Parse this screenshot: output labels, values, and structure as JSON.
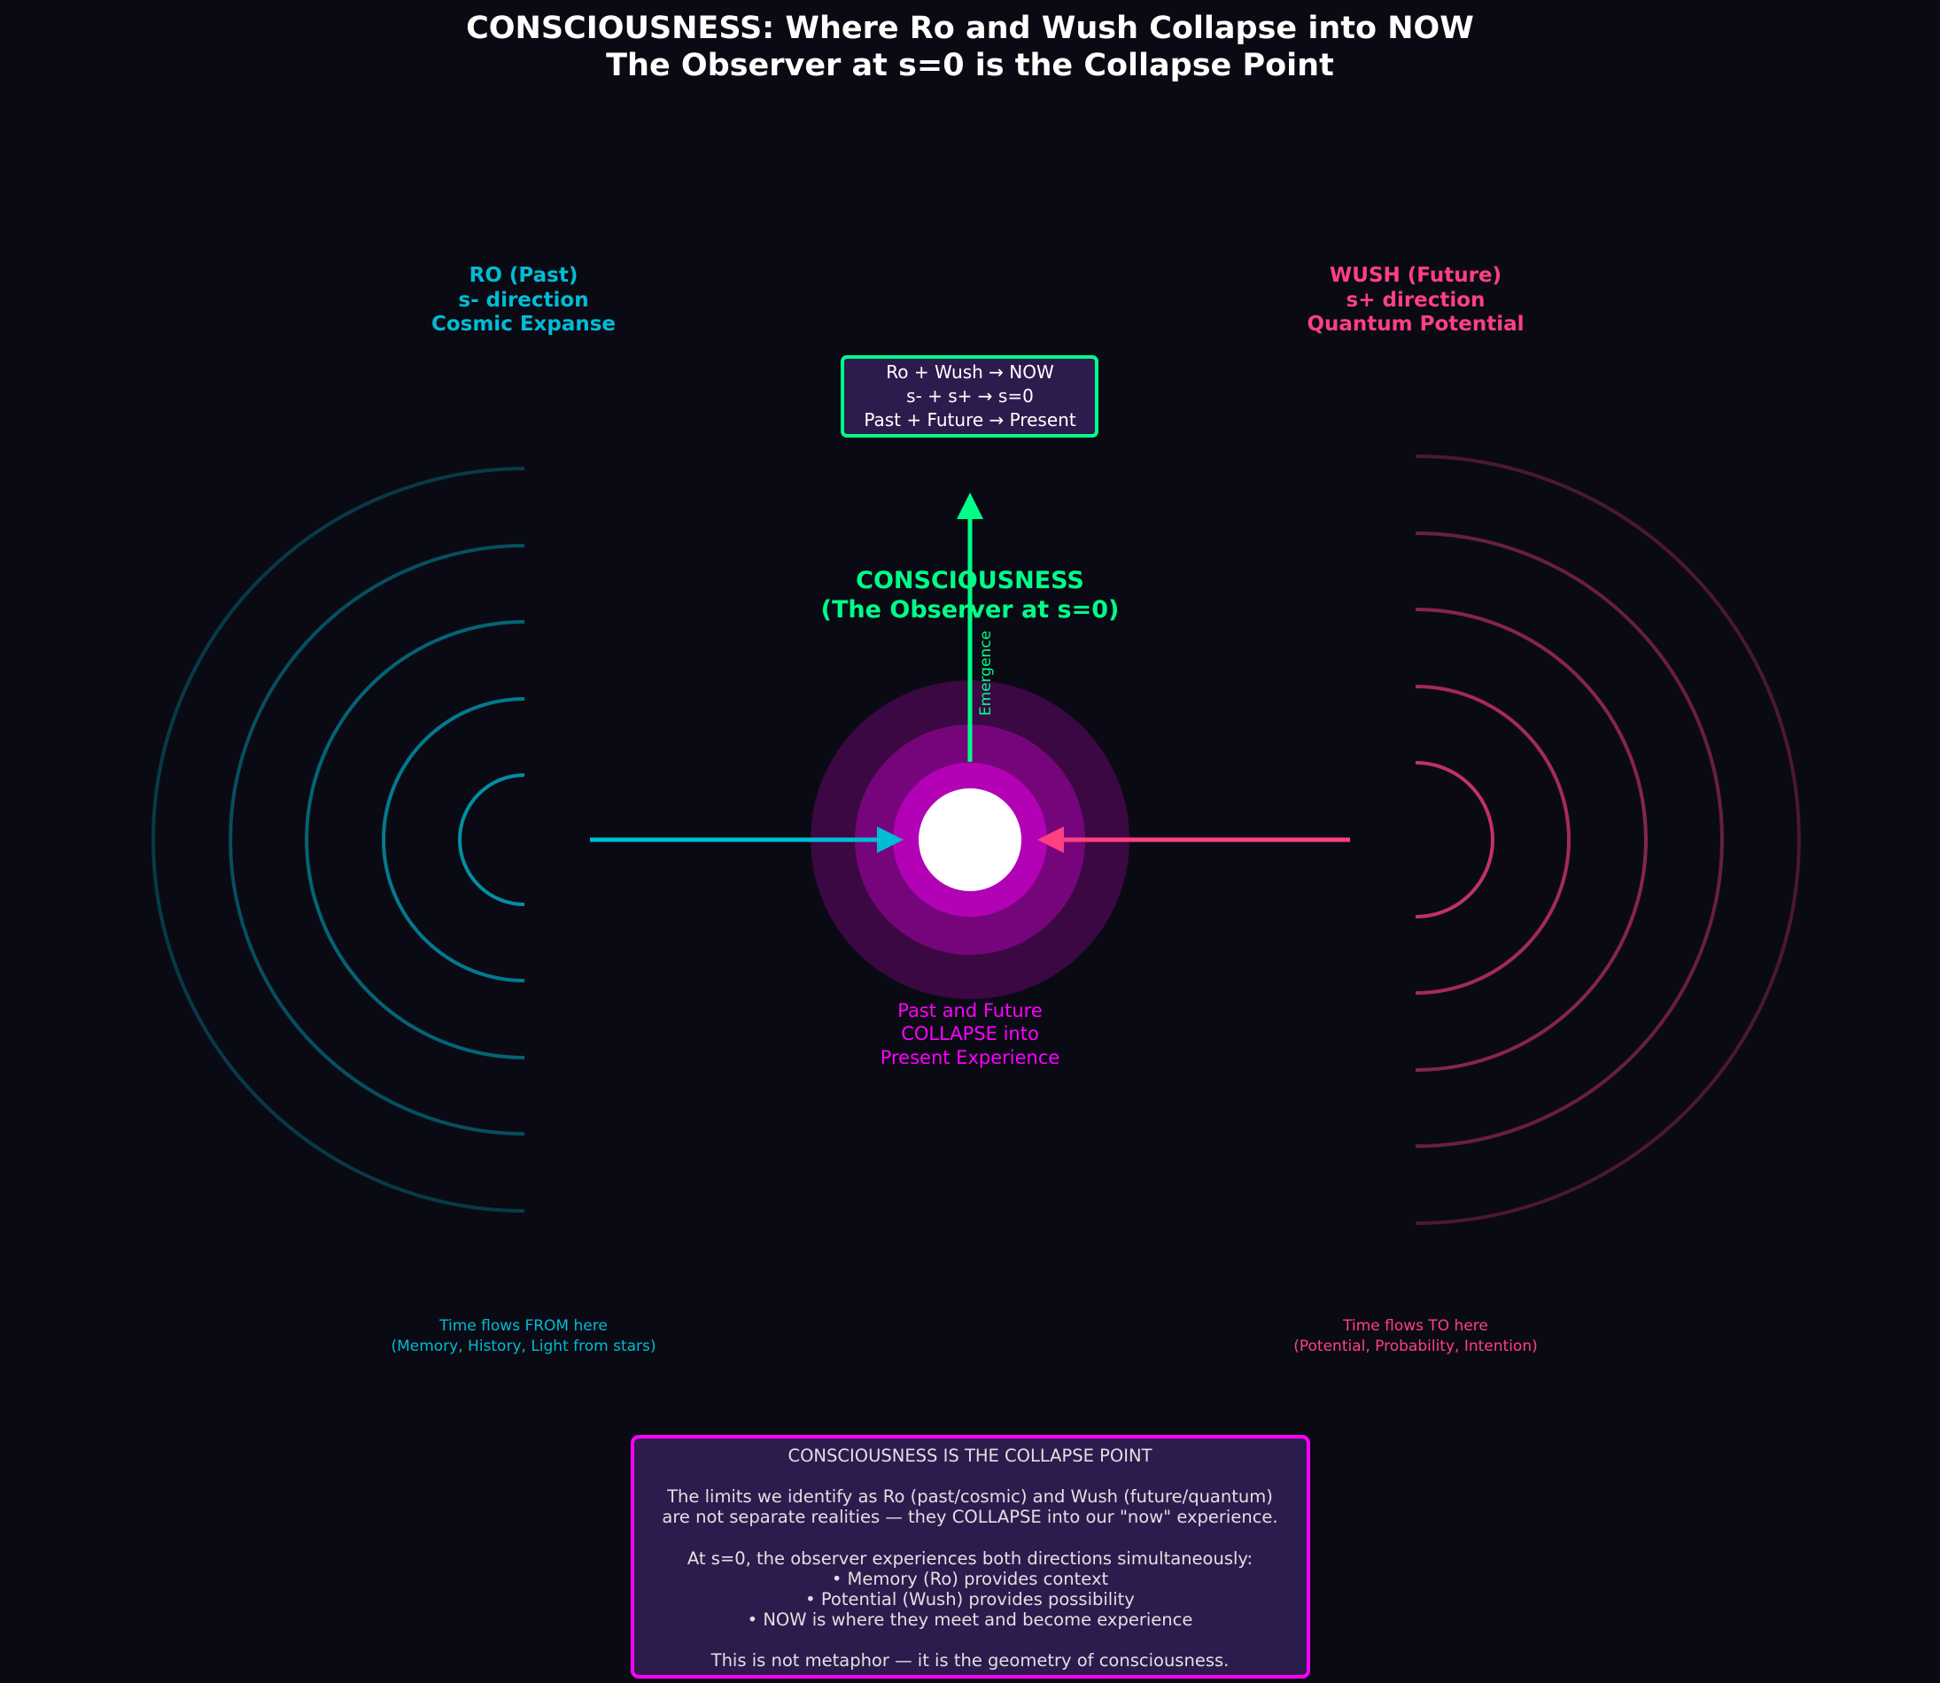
{
  "title": {
    "line1": "CONSCIOUSNESS: Where Ro and Wush Collapse into NOW",
    "line2": "The Observer at s=0 is the Collapse Point"
  },
  "colors": {
    "background": "#0a0a14",
    "ro": "#00bcd4",
    "wush": "#ff4081",
    "consciousness": "#00ff88",
    "collapse": "#ff00ff",
    "box_fill": "#2d1b4e"
  },
  "ro": {
    "label": [
      "RO (Past)",
      "s- direction",
      "Cosmic Expanse"
    ],
    "footer": [
      "Time flows FROM here",
      "(Memory, History, Light from stars)"
    ]
  },
  "wush": {
    "label": [
      "WUSH (Future)",
      "s+ direction",
      "Quantum Potential"
    ],
    "footer": [
      "Time flows TO here",
      "(Potential, Probability, Intention)"
    ]
  },
  "equation_box": [
    "Ro + Wush → NOW",
    "s- + s+ → s=0",
    "Past + Future → Present"
  ],
  "consciousness_label": [
    "CONSCIOUSNESS",
    "(The Observer at s=0)"
  ],
  "emergence_label": "Emergence",
  "collapse_label": [
    "Past and Future",
    "COLLAPSE into",
    "Present Experience"
  ],
  "summary_box": [
    "CONSCIOUSNESS IS THE COLLAPSE POINT",
    "The limits we identify as Ro (past/cosmic) and Wush (future/quantum)",
    "are not separate realities — they COLLAPSE into our \"now\" experience.",
    "At s=0, the observer experiences both directions simultaneously:",
    "• Memory (Ro) provides context",
    "• Potential (Wush) provides possibility",
    "• NOW is where they meet and become experience",
    "This is not metaphor — it is the geometry of consciousness."
  ]
}
